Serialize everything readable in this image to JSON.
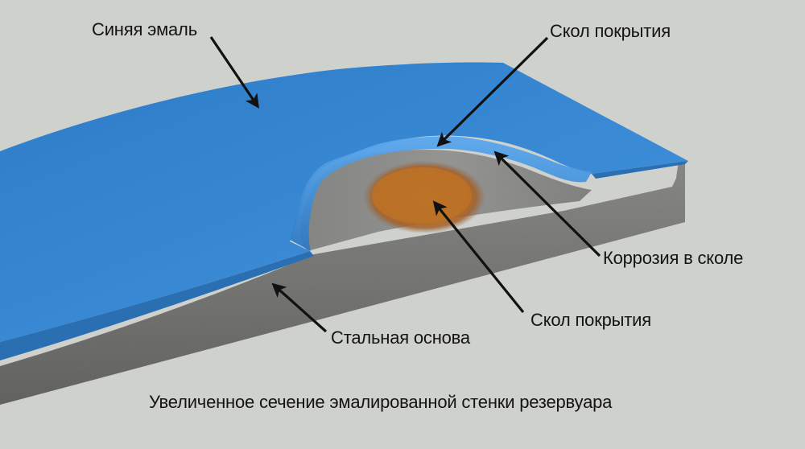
{
  "labels": {
    "enamel": "Синяя эмаль",
    "chip_top": "Скол покрытия",
    "corrosion": "Коррозия в сколе",
    "chip_mid": "Скол покрытия",
    "steel": "Стальная основа"
  },
  "caption": "Увеличенное сечение эмалированной стенки резервуара",
  "colors": {
    "background": "#cfd1cd",
    "enamel": "#2f7fcb",
    "steel": "#7a7a78",
    "corrosion": "#b86a22"
  }
}
